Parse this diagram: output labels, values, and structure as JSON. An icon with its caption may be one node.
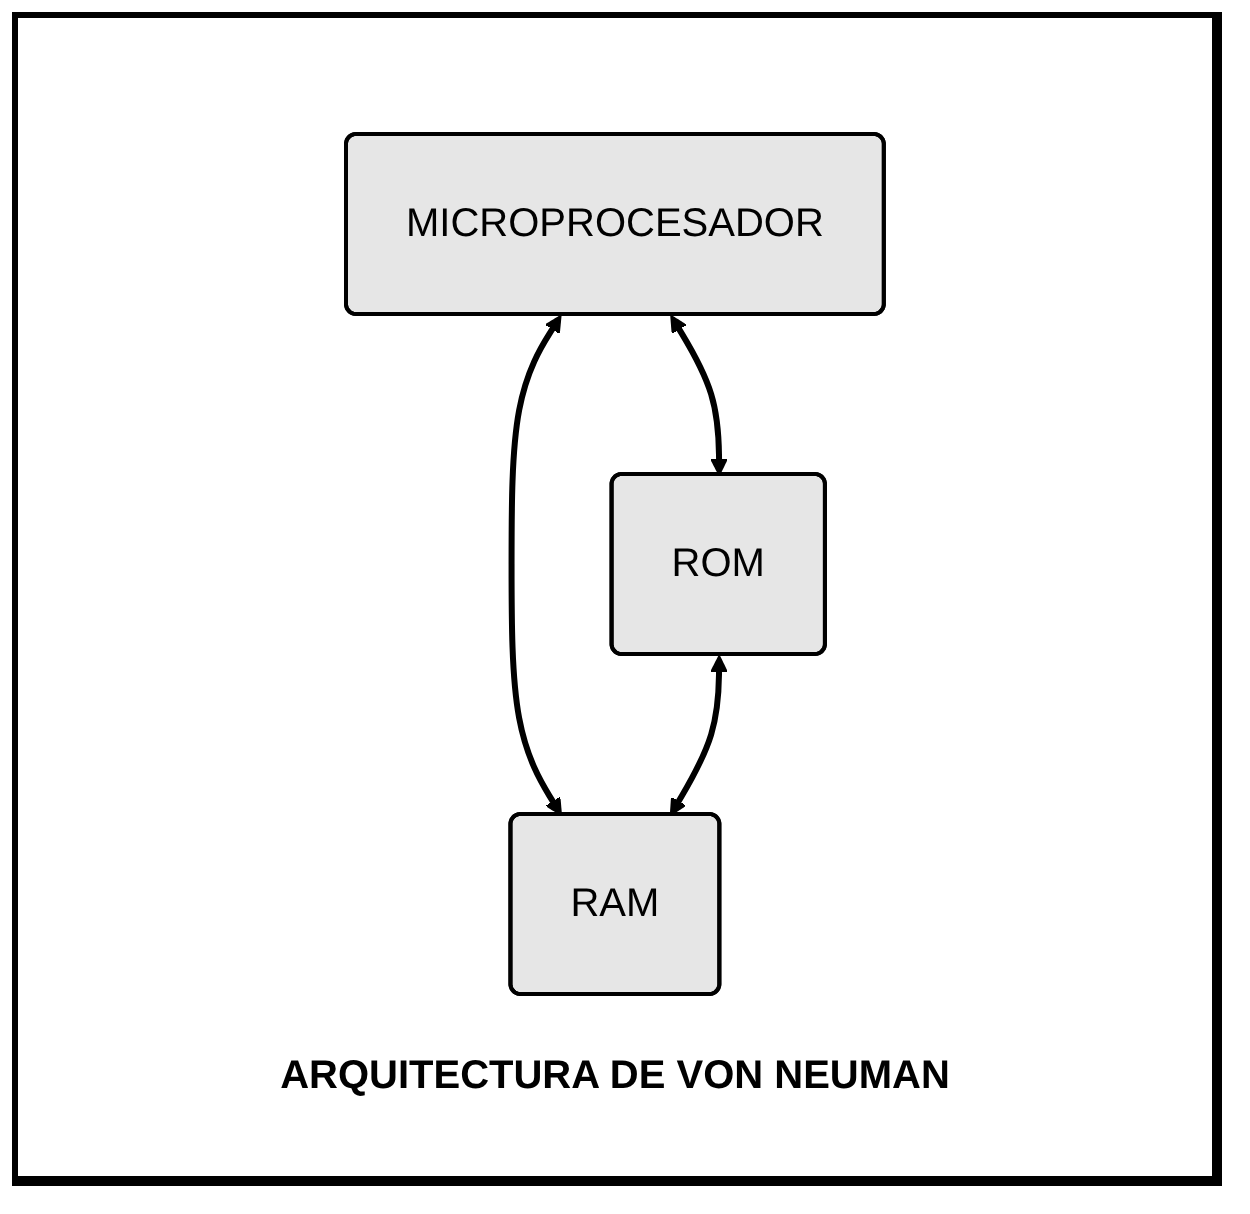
{
  "diagram": {
    "caption": "ARQUITECTURA DE VON NEUMAN",
    "nodes": [
      {
        "text": [
          "MICROPROCESADOR"
        ]
      },
      {
        "text": [
          "ROM"
        ]
      },
      {
        "text": [
          "RAM"
        ]
      }
    ],
    "edges": [
      {
        "from": 0,
        "to": 1,
        "arrow": "both"
      },
      {
        "from": 0,
        "to": 2,
        "arrow": "both"
      },
      {
        "from": 1,
        "to": 2,
        "arrow": "both"
      }
    ]
  }
}
